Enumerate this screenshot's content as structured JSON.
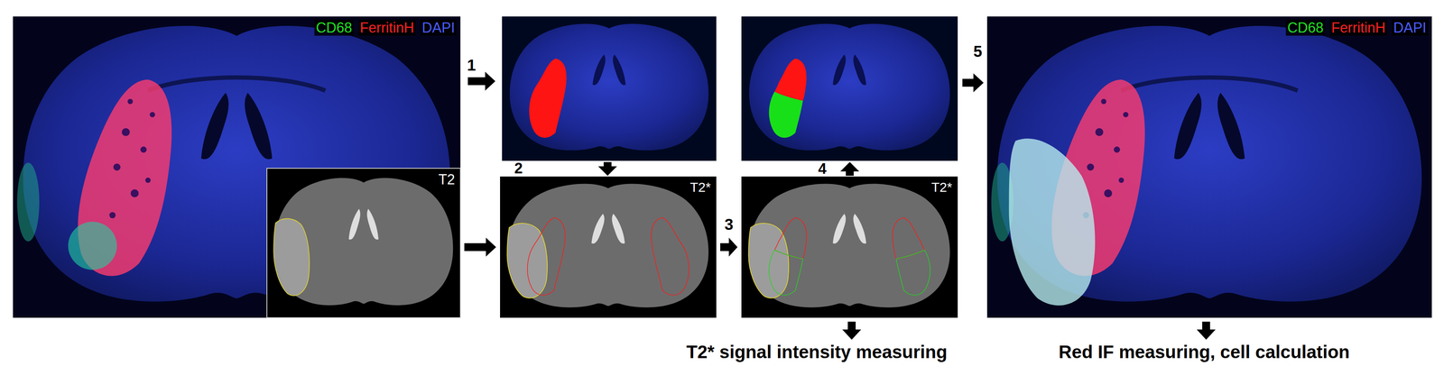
{
  "diagram": {
    "nodes": [
      {
        "text": [
          "CD68",
          "FerritinH",
          "DAPI"
        ]
      },
      {
        "text": [
          "T2"
        ],
        "in": 0
      },
      {
        "text": [
          "T2*"
        ]
      },
      {
        "text": [
          "T2*"
        ]
      },
      {
        "text": [
          "CD68",
          "FerritinH",
          "DAPI"
        ]
      }
    ],
    "edges": [
      {
        "from": 1,
        "to": 2,
        "arrow": "to"
      },
      {
        "from": 2,
        "to": 3,
        "label": "3",
        "arrow": "to"
      }
    ],
    "labels": [
      "1",
      "2",
      "4",
      "5",
      "T2* signal intensity measuring",
      "Red IF measuring, cell calculation"
    ]
  }
}
